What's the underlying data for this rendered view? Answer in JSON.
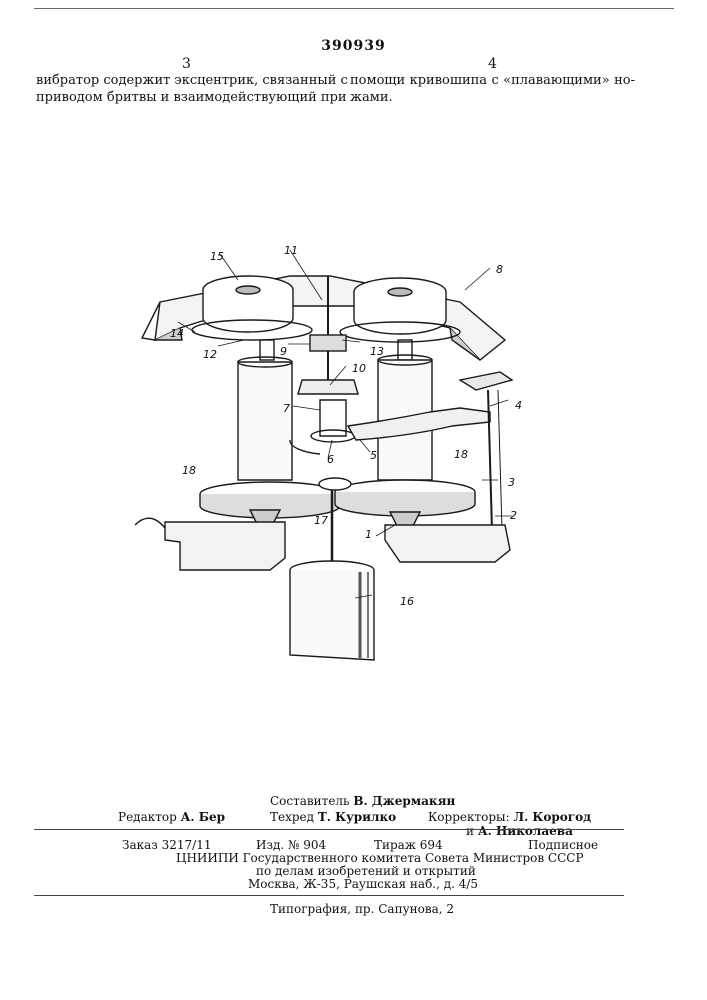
{
  "header": {
    "patent_number": "390939",
    "col_left": "3",
    "col_right": "4"
  },
  "body": {
    "left_lines": [
      "вибратор содержит эксцентрик, связанный с",
      "приводом бритвы и взаимодействующий при"
    ],
    "right_lines": [
      "помощи кривошипа с «плавающими» но-",
      "жами."
    ]
  },
  "figure": {
    "labels": {
      "l1": "1",
      "l2": "2",
      "l3": "3",
      "l4": "4",
      "l5": "5",
      "l6": "6",
      "l7": "7",
      "l8": "8",
      "l9": "9",
      "l10": "10",
      "l11": "11",
      "l12": "12",
      "l13": "13",
      "l14": "14",
      "l15": "15",
      "l16": "16",
      "l17": "17",
      "l18a": "18",
      "l18b": "18"
    }
  },
  "footer": {
    "compiler_label": "Составитель",
    "compiler_name": "В. Джермакян",
    "editor_label": "Редактор",
    "editor_name": "А. Бер",
    "techred_label": "Техред",
    "techred_name": "Т. Курилко",
    "correctors_label": "Корректоры:",
    "corrector1": "Л. Корогод",
    "corrector2_prefix": "и",
    "corrector2": "А. Николаева",
    "order": "Заказ 3217/11",
    "edition": "Изд. № 904",
    "circulation": "Тираж 694",
    "subscription": "Подписное",
    "org1": "ЦНИИПИ Государственного комитета Совета Министров СССР",
    "org2": "по делам изобретений и открытий",
    "org3": "Москва, Ж-35, Раушская наб., д. 4/5",
    "printer": "Типография, пр. Сапунова, 2"
  }
}
